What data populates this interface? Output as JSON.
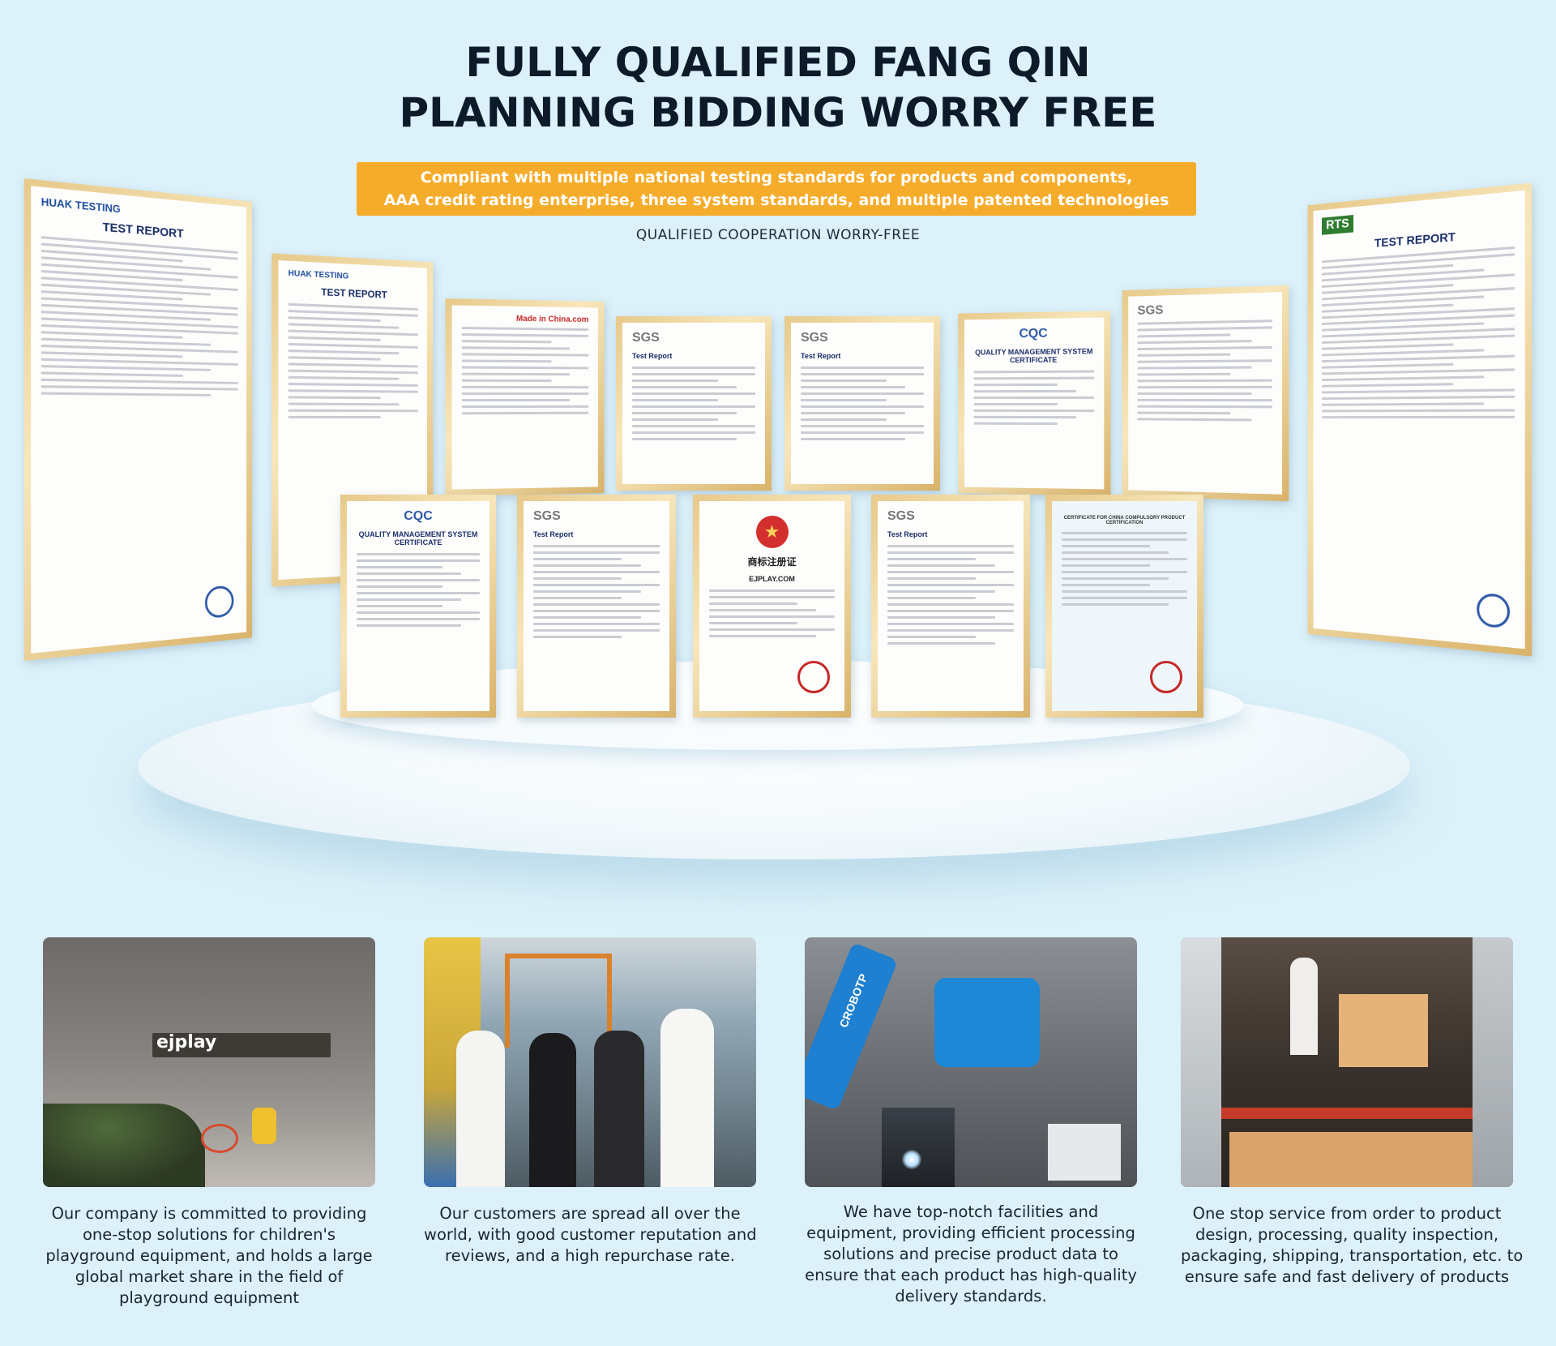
{
  "header": {
    "title_line1": "FULLY QUALIFIED FANG QIN",
    "title_line2": "PLANNING BIDDING WORRY FREE",
    "banner_line1": "Compliant with multiple national testing standards for products and components,",
    "banner_line2": "AAA credit rating enterprise, three system standards, and multiple patented technologies",
    "subtitle": "QUALIFIED COOPERATION WORRY-FREE"
  },
  "certificates": {
    "back_row": [
      {
        "logo": "HUAK TESTING",
        "heading": "TEST REPORT"
      },
      {
        "logo": "HUAK TESTING",
        "heading": "TEST REPORT"
      },
      {
        "logo": "Made in China.com",
        "heading": ""
      },
      {
        "logo": "SGS",
        "heading": "Test Report"
      },
      {
        "logo": "SGS",
        "heading": "Test Report"
      },
      {
        "logo": "CQC",
        "heading": "QUALITY MANAGEMENT SYSTEM CERTIFICATE"
      },
      {
        "logo": "SGS",
        "heading": ""
      },
      {
        "logo": "RTS",
        "heading": "TEST REPORT"
      }
    ],
    "front_row": [
      {
        "logo": "CQC",
        "heading": "QUALITY MANAGEMENT SYSTEM CERTIFICATE"
      },
      {
        "logo": "SGS",
        "heading": "Test Report"
      },
      {
        "logo": "",
        "heading": "商标注册证",
        "sub": "EJPLAY.COM"
      },
      {
        "logo": "SGS",
        "heading": "Test Report"
      },
      {
        "logo": "",
        "heading": "CERTIFICATE FOR CHINA COMPULSORY PRODUCT CERTIFICATION"
      }
    ]
  },
  "cards": [
    {
      "sign_text": "ejplay",
      "caption": [
        "Our company is committed to providing",
        "one-stop solutions for children's",
        "playground equipment, and holds a large",
        "global market share in the field of",
        "playground equipment"
      ]
    },
    {
      "caption": [
        "Our customers are spread all over the",
        "world, with good customer reputation and",
        "reviews, and a high repurchase rate."
      ]
    },
    {
      "robot_text": "CROBOTP",
      "caption": [
        "We have top-notch facilities and",
        "equipment, providing efficient processing",
        "solutions and precise product data to",
        "ensure that each product has high-quality",
        "delivery standards."
      ]
    },
    {
      "caption": [
        "One stop service from order to product",
        "design, processing, quality inspection,",
        "packaging, shipping, transportation, etc. to",
        "ensure safe and fast delivery of products"
      ]
    }
  ]
}
